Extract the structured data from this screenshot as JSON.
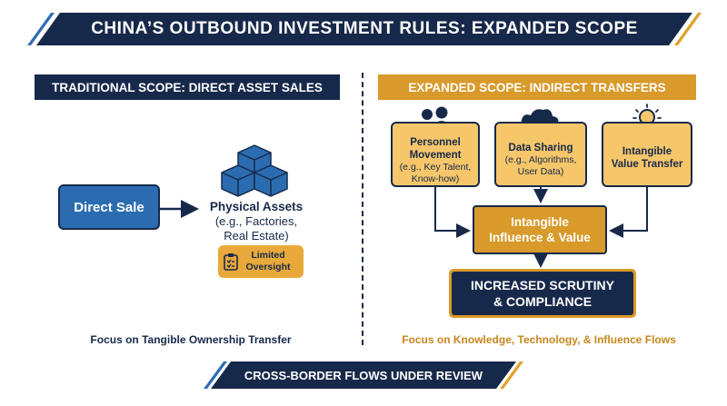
{
  "title": "CHINA’S OUTBOUND INVESTMENT RULES: EXPANDED SCOPE",
  "left": {
    "header": "TRADITIONAL SCOPE: DIRECT ASSET SALES",
    "direct_sale": "Direct Sale",
    "assets_title": "Physical Assets",
    "assets_sub_1": "(e.g., Factories,",
    "assets_sub_2": "Real Estate)",
    "badge_line_1": "Limited",
    "badge_line_2": "Oversight",
    "focus": "Focus on Tangible Ownership Transfer"
  },
  "right": {
    "header": "EXPANDED SCOPE: INDIRECT TRANSFERS",
    "personnel_title_1": "Personnel",
    "personnel_title_2": "Movement",
    "personnel_sub_1": "(e.g., Key Talent,",
    "personnel_sub_2": "Know-how)",
    "data_title": "Data Sharing",
    "data_sub_1": "(e.g., Algorithms,",
    "data_sub_2": "User Data)",
    "intangible_title_1": "Intangible",
    "intangible_title_2": "Value Transfer",
    "influence_1": "Intangible",
    "influence_2": "Influence & Value",
    "scrutiny_1": "INCREASED SCRUTINY",
    "scrutiny_2": "& COMPLIANCE",
    "focus": "Focus on Knowledge, Technology, & Influence Flows"
  },
  "footer": "CROSS-BORDER FLOWS UNDER REVIEW",
  "colors": {
    "navy": "#17294a",
    "blue": "#2b6cb0",
    "gold": "#d89a2a",
    "light_gold": "#f6c66a"
  },
  "icons": [
    "boxes-icon",
    "clipboard-check-icon",
    "people-icon",
    "cloud-icon",
    "lightbulb-icon"
  ]
}
